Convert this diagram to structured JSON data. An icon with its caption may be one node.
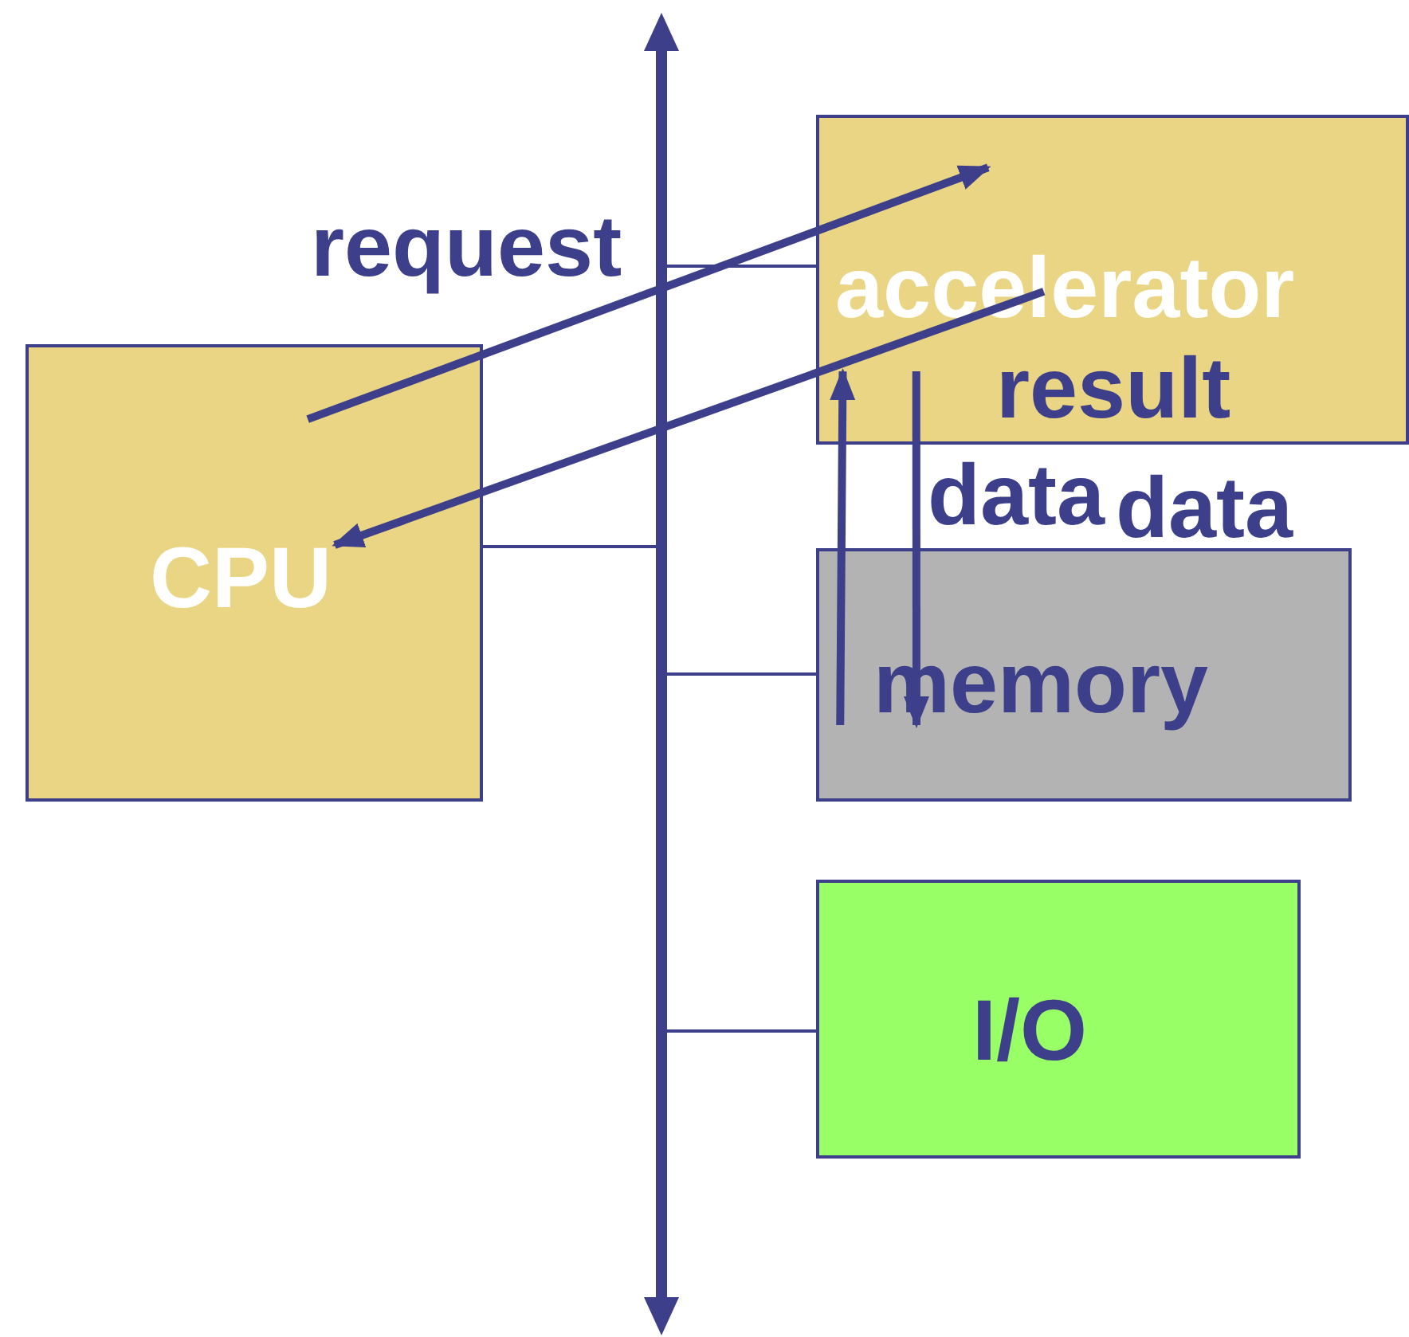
{
  "diagram": {
    "nodes": [
      {
        "text": [
          "CPU"
        ]
      },
      {
        "text": [
          "accelerator"
        ]
      },
      {
        "text": [
          "memory"
        ]
      },
      {
        "text": [
          "I/O"
        ]
      }
    ],
    "edges": [
      {
        "from": 0,
        "to": null,
        "arrow": "none"
      },
      {
        "from": 1,
        "to": null,
        "arrow": "none"
      },
      {
        "from": 2,
        "to": null,
        "arrow": "none"
      },
      {
        "from": 3,
        "to": null,
        "arrow": "none"
      },
      {
        "from": 0,
        "to": 1,
        "arrow": "to",
        "label": "request",
        "style": "thick"
      },
      {
        "from": 1,
        "to": 0,
        "arrow": "to",
        "label": "result",
        "style": "thick"
      },
      {
        "from": 2,
        "to": 1,
        "arrow": "to",
        "label": "data",
        "style": "thick"
      },
      {
        "from": 1,
        "to": 2,
        "arrow": "to",
        "label": "data",
        "style": "thick"
      }
    ]
  }
}
